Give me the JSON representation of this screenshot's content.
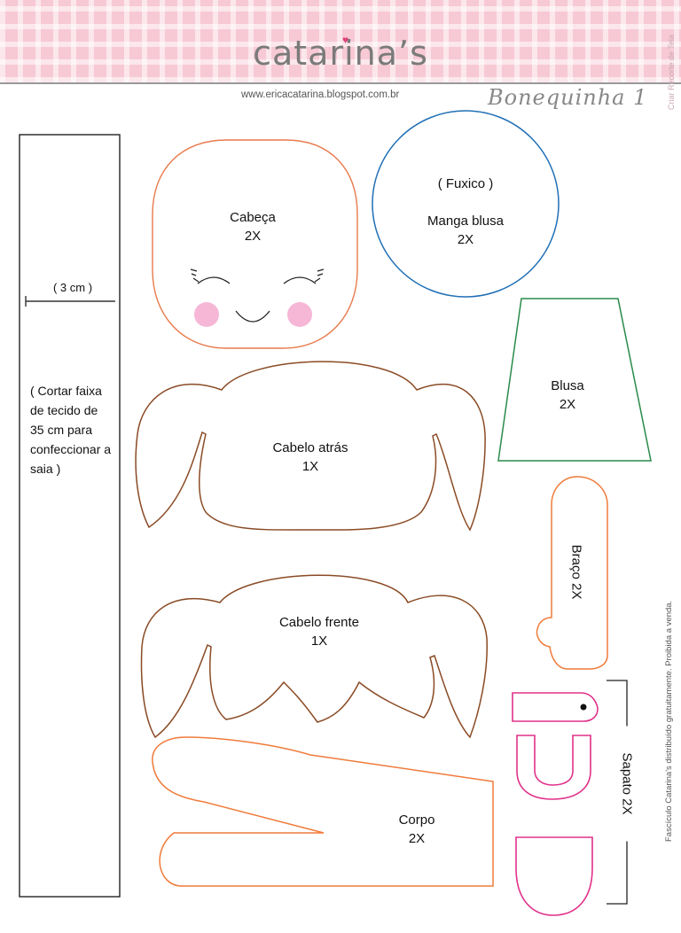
{
  "header": {
    "brand": "catarina’s",
    "side_label": "Criar Recorte de Tela",
    "website": "www.ericacatarina.blogspot.com.br",
    "page_title": "Bonequinha 1"
  },
  "pieces": {
    "cabeca": {
      "name": "Cabeça",
      "qty": "2X"
    },
    "manga": {
      "note": "( Fuxico )",
      "name": "Manga blusa",
      "qty": "2X"
    },
    "blusa": {
      "name": "Blusa",
      "qty": "2X"
    },
    "cabelo_atras": {
      "name": "Cabelo atrás",
      "qty": "1X"
    },
    "cabelo_frente": {
      "name": "Cabelo frente",
      "qty": "1X"
    },
    "braco": {
      "label": "Braço 2X"
    },
    "corpo": {
      "name": "Corpo",
      "qty": "2X"
    },
    "sapato": {
      "label": "Sapato 2X"
    },
    "faixa": {
      "width_label": "( 3 cm )",
      "instruction": "( Cortar faixa de tecido de 35 cm para confeccionar a saia )"
    }
  },
  "colors": {
    "cabeca": "#e87a4c",
    "manga": "#1f6fb5",
    "blusa": "#2a8a4a",
    "cabelo": "#8a4b25",
    "braco": "#ef7b3a",
    "corpo": "#ef7b3a",
    "sapato": "#e0328a",
    "cheek": "#f6b6d6"
  },
  "footer": {
    "notice": "Fascículo Catarina's distribuído gratuitamente. Proibida a venda."
  }
}
